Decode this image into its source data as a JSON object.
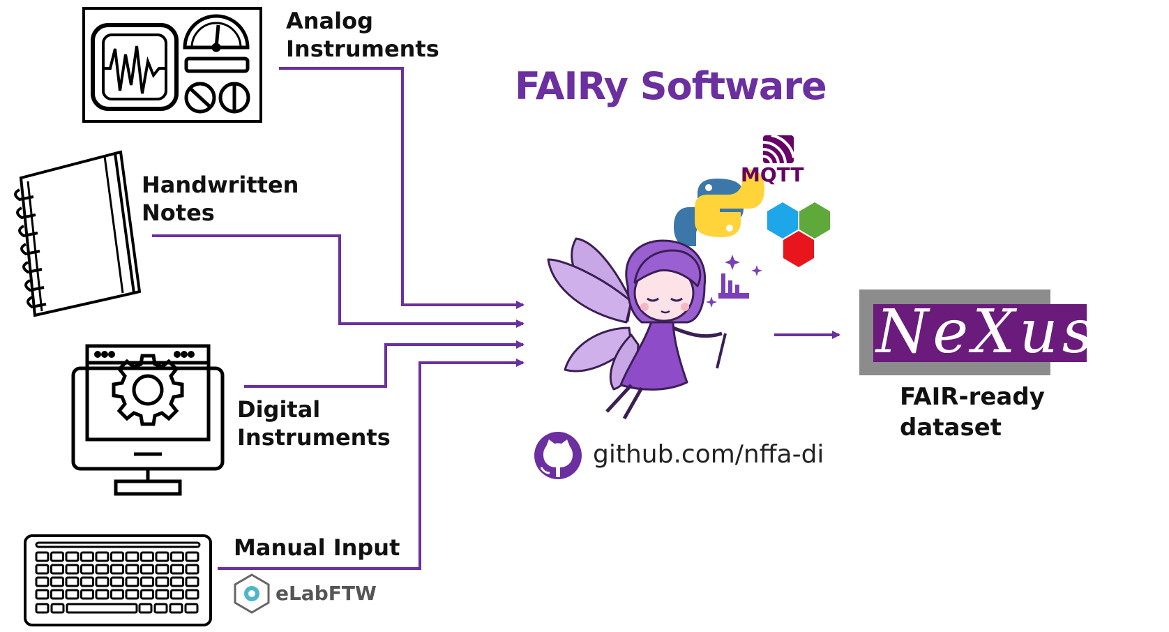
{
  "title": "FAIRy Software",
  "colors": {
    "accent": "#6b2fa0",
    "line": "#6b2fa0",
    "fairy_light": "#c9a6e6",
    "fairy_dark": "#7b3fb8",
    "nexus_bg": "#6a1b7c",
    "nexus_frame": "#8c8c8c",
    "python_blue": "#3b77a8",
    "python_yellow": "#ffd43b",
    "mqtt": "#660066",
    "hex_blue": "#1ea7e8",
    "hex_green": "#5fa83a",
    "hex_red": "#e8161c",
    "elab": "#555555"
  },
  "inputs": {
    "analog": {
      "label_line1": "Analog",
      "label_line2": "Instruments",
      "icon": "analog-instrument-panel-icon"
    },
    "handwritten": {
      "label_line1": "Handwritten",
      "label_line2": "Notes",
      "icon": "notebook-icon"
    },
    "digital": {
      "label_line1": "Digital",
      "label_line2": "Instruments",
      "icon": "computer-gear-icon"
    },
    "manual": {
      "label": "Manual Input",
      "icon": "keyboard-icon"
    }
  },
  "logos": {
    "mqtt": "MQTT",
    "elab": "eLabFTW",
    "python": "python-logo",
    "hexagons": "hexagon-cluster-logo"
  },
  "repo": {
    "text": "github.com/nffa-di",
    "icon": "github-icon"
  },
  "output": {
    "logo_text": "NeXus",
    "label_line1": "FAIR-ready",
    "label_line2": "dataset"
  }
}
